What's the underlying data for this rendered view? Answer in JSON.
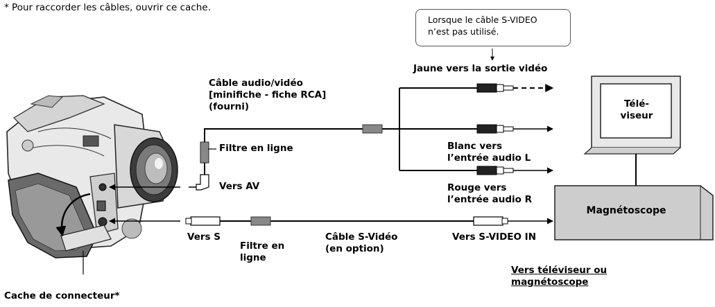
{
  "note": "*  Pour raccorder les câbles, ouvrir ce cache.",
  "callout": [
    "Lorsque le câble S-VIDEO",
    "n’est pas utilisé."
  ],
  "labels": {
    "av_cable": [
      "Câble audio/vidéo",
      "[minifiche - fiche RCA]",
      "(fourni)"
    ],
    "inline_filter_top": "Filtre en ligne",
    "to_av": "Vers AV",
    "to_s": "Vers S",
    "inline_filter_bottom": [
      "Filtre en",
      "ligne"
    ],
    "s_video_cable": [
      "Câble S-Vidéo",
      "(en option)"
    ],
    "connector_cover": "Cache de connecteur*",
    "yellow": "Jaune vers la sortie vidéo",
    "white": [
      "Blanc vers",
      "l’entrée audio L"
    ],
    "red": [
      "Rouge vers",
      "l’entrée audio R"
    ],
    "to_s_video_in": "Vers S-VIDEO IN",
    "to_tv_vcr": [
      "Vers téléviseur ou",
      "magnétoscope"
    ],
    "tv": [
      "Télé-",
      "viseur"
    ],
    "vcr": "Magnétoscope"
  },
  "icons": [
    "camcorder-icon",
    "tv-icon",
    "vcr-icon",
    "rca-plug-icon",
    "s-video-plug-icon",
    "mini-plug-icon"
  ]
}
